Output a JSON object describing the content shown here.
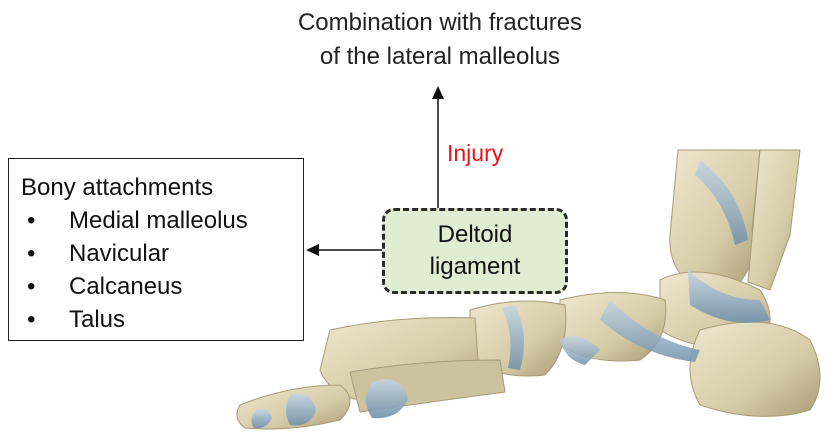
{
  "top_caption": {
    "line1": "Combination with fractures",
    "line2": "of the lateral malleolus"
  },
  "injury_label": "Injury",
  "bony_attachments": {
    "title": "Bony attachments",
    "bullet": "•",
    "items": [
      "Medial malleolus",
      "Navicular",
      "Calcaneus",
      "Talus"
    ]
  },
  "deltoid_box": {
    "line1": "Deltoid",
    "line2": "ligament"
  },
  "colors": {
    "injury_text": "#e8141b",
    "deltoid_fill": "#dfeed2",
    "bone": "#d8cfb0",
    "ligament": "#8fb0c8"
  }
}
